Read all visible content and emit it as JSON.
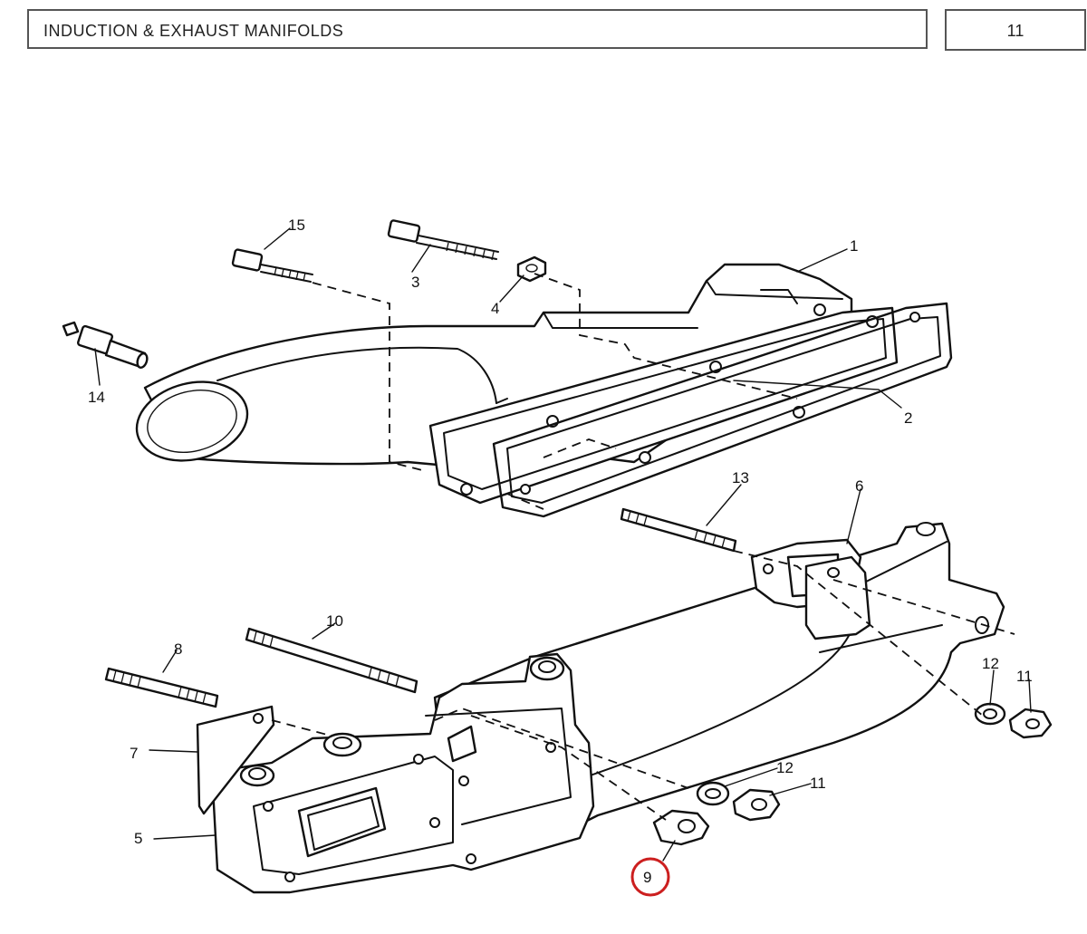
{
  "header": {
    "title": "INDUCTION & EXHAUST MANIFOLDS",
    "page_number": "11"
  },
  "callouts": {
    "c1": "1",
    "c2": "2",
    "c3": "3",
    "c4": "4",
    "c5": "5",
    "c6": "6",
    "c7": "7",
    "c8": "8",
    "c9": "9",
    "c10": "10",
    "c11a": "11",
    "c11b": "11",
    "c12a": "12",
    "c12b": "12",
    "c13": "13",
    "c14": "14",
    "c15": "15"
  },
  "highlight": {
    "target": "9",
    "color": "#cc1f1f"
  }
}
